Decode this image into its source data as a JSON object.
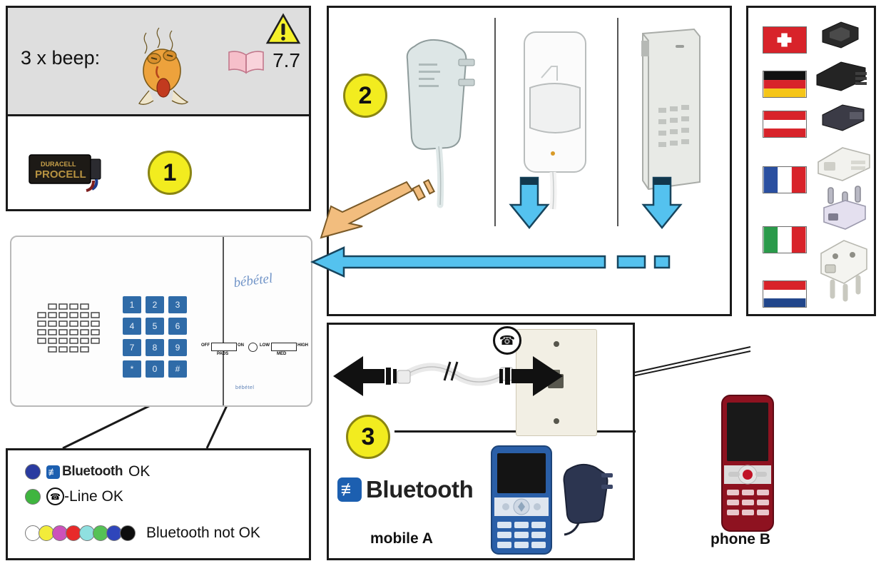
{
  "alert_panel": {
    "beep_label": "3 x beep:",
    "manual_ref": "7.7",
    "icons": {
      "warning": "warning-triangle-icon",
      "manual": "open-book-icon",
      "overheating": "sick-frog-icon",
      "battery": "9v-battery-duracell-procell"
    },
    "step_number": "1"
  },
  "device": {
    "brand": "bébétel",
    "keypad": [
      "1",
      "2",
      "3",
      "4",
      "5",
      "6",
      "7",
      "8",
      "9",
      "*",
      "0",
      "#"
    ],
    "switches": {
      "left_off": "OFF",
      "left_on": "ON",
      "left_caption": "PADS",
      "right_low": "LOW",
      "right_high": "HIGH",
      "right_caption": "MED"
    },
    "model_text": "bébétel"
  },
  "legend": {
    "rows": [
      {
        "color": "#2a3ba0",
        "logo": "bluetooth",
        "label": "OK"
      },
      {
        "color": "#3fb53f",
        "logo": "phone",
        "label": "-Line OK"
      }
    ],
    "not_ok_label": "Bluetooth not OK",
    "not_ok_colors": [
      "#ffffff",
      "#f2ec3a",
      "#cc52bb",
      "#e82a2a",
      "#8fe0e0",
      "#55c255",
      "#2f46bb",
      "#0d0d0d"
    ],
    "bluetooth_word": "Bluetooth"
  },
  "devices_panel": {
    "step_number": "2",
    "items": [
      {
        "name": "power-adapter"
      },
      {
        "name": "motion-sensor"
      },
      {
        "name": "keypad-unit"
      }
    ]
  },
  "flags_panel": {
    "entries": [
      {
        "country": "Switzerland",
        "plug": "swiss-phone-adapter"
      },
      {
        "country": "Germany",
        "plug": "german-tae-adapter"
      },
      {
        "country": "Austria",
        "plug": "austrian-phone-adapter"
      },
      {
        "country": "France",
        "plug": "french-phone-adapter"
      },
      {
        "country": "Italy",
        "plug": "italian-phone-adapter"
      },
      {
        "country": "Netherlands",
        "plug": "dutch-phone-adapter"
      }
    ]
  },
  "line_panel": {
    "step_number": "3",
    "phone_icon": "telephone-handset-icon",
    "bluetooth_word": "Bluetooth",
    "mobile_label": "mobile A"
  },
  "phone_b": {
    "label": "phone B"
  },
  "colors": {
    "badge": "#f2ec1f",
    "blue_arrow": "#54c2ef",
    "orange_arrow": "#f2bd7e",
    "brand_blue": "#6f93c7"
  }
}
